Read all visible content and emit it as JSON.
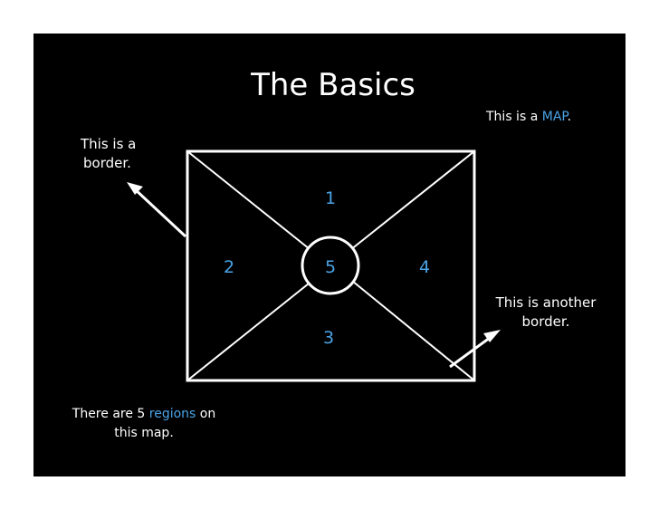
{
  "title": "The Basics",
  "map_note": {
    "prefix": "This is a ",
    "highlight": "MAP",
    "suffix": "."
  },
  "border_note_1": {
    "line1": "This is a",
    "line2": "border."
  },
  "border_note_2": {
    "line1": "This is another",
    "line2": "border."
  },
  "regions_note": {
    "prefix": "There are 5 ",
    "highlight": "regions",
    "suffix": " on",
    "line2": "this map."
  },
  "regions": {
    "top": "1",
    "left": "2",
    "bottom": "3",
    "right": "4",
    "center": "5"
  },
  "colors": {
    "background": "#000000",
    "text": "#ffffff",
    "accent": "#4aa3e6",
    "lines": "#ffffff"
  }
}
